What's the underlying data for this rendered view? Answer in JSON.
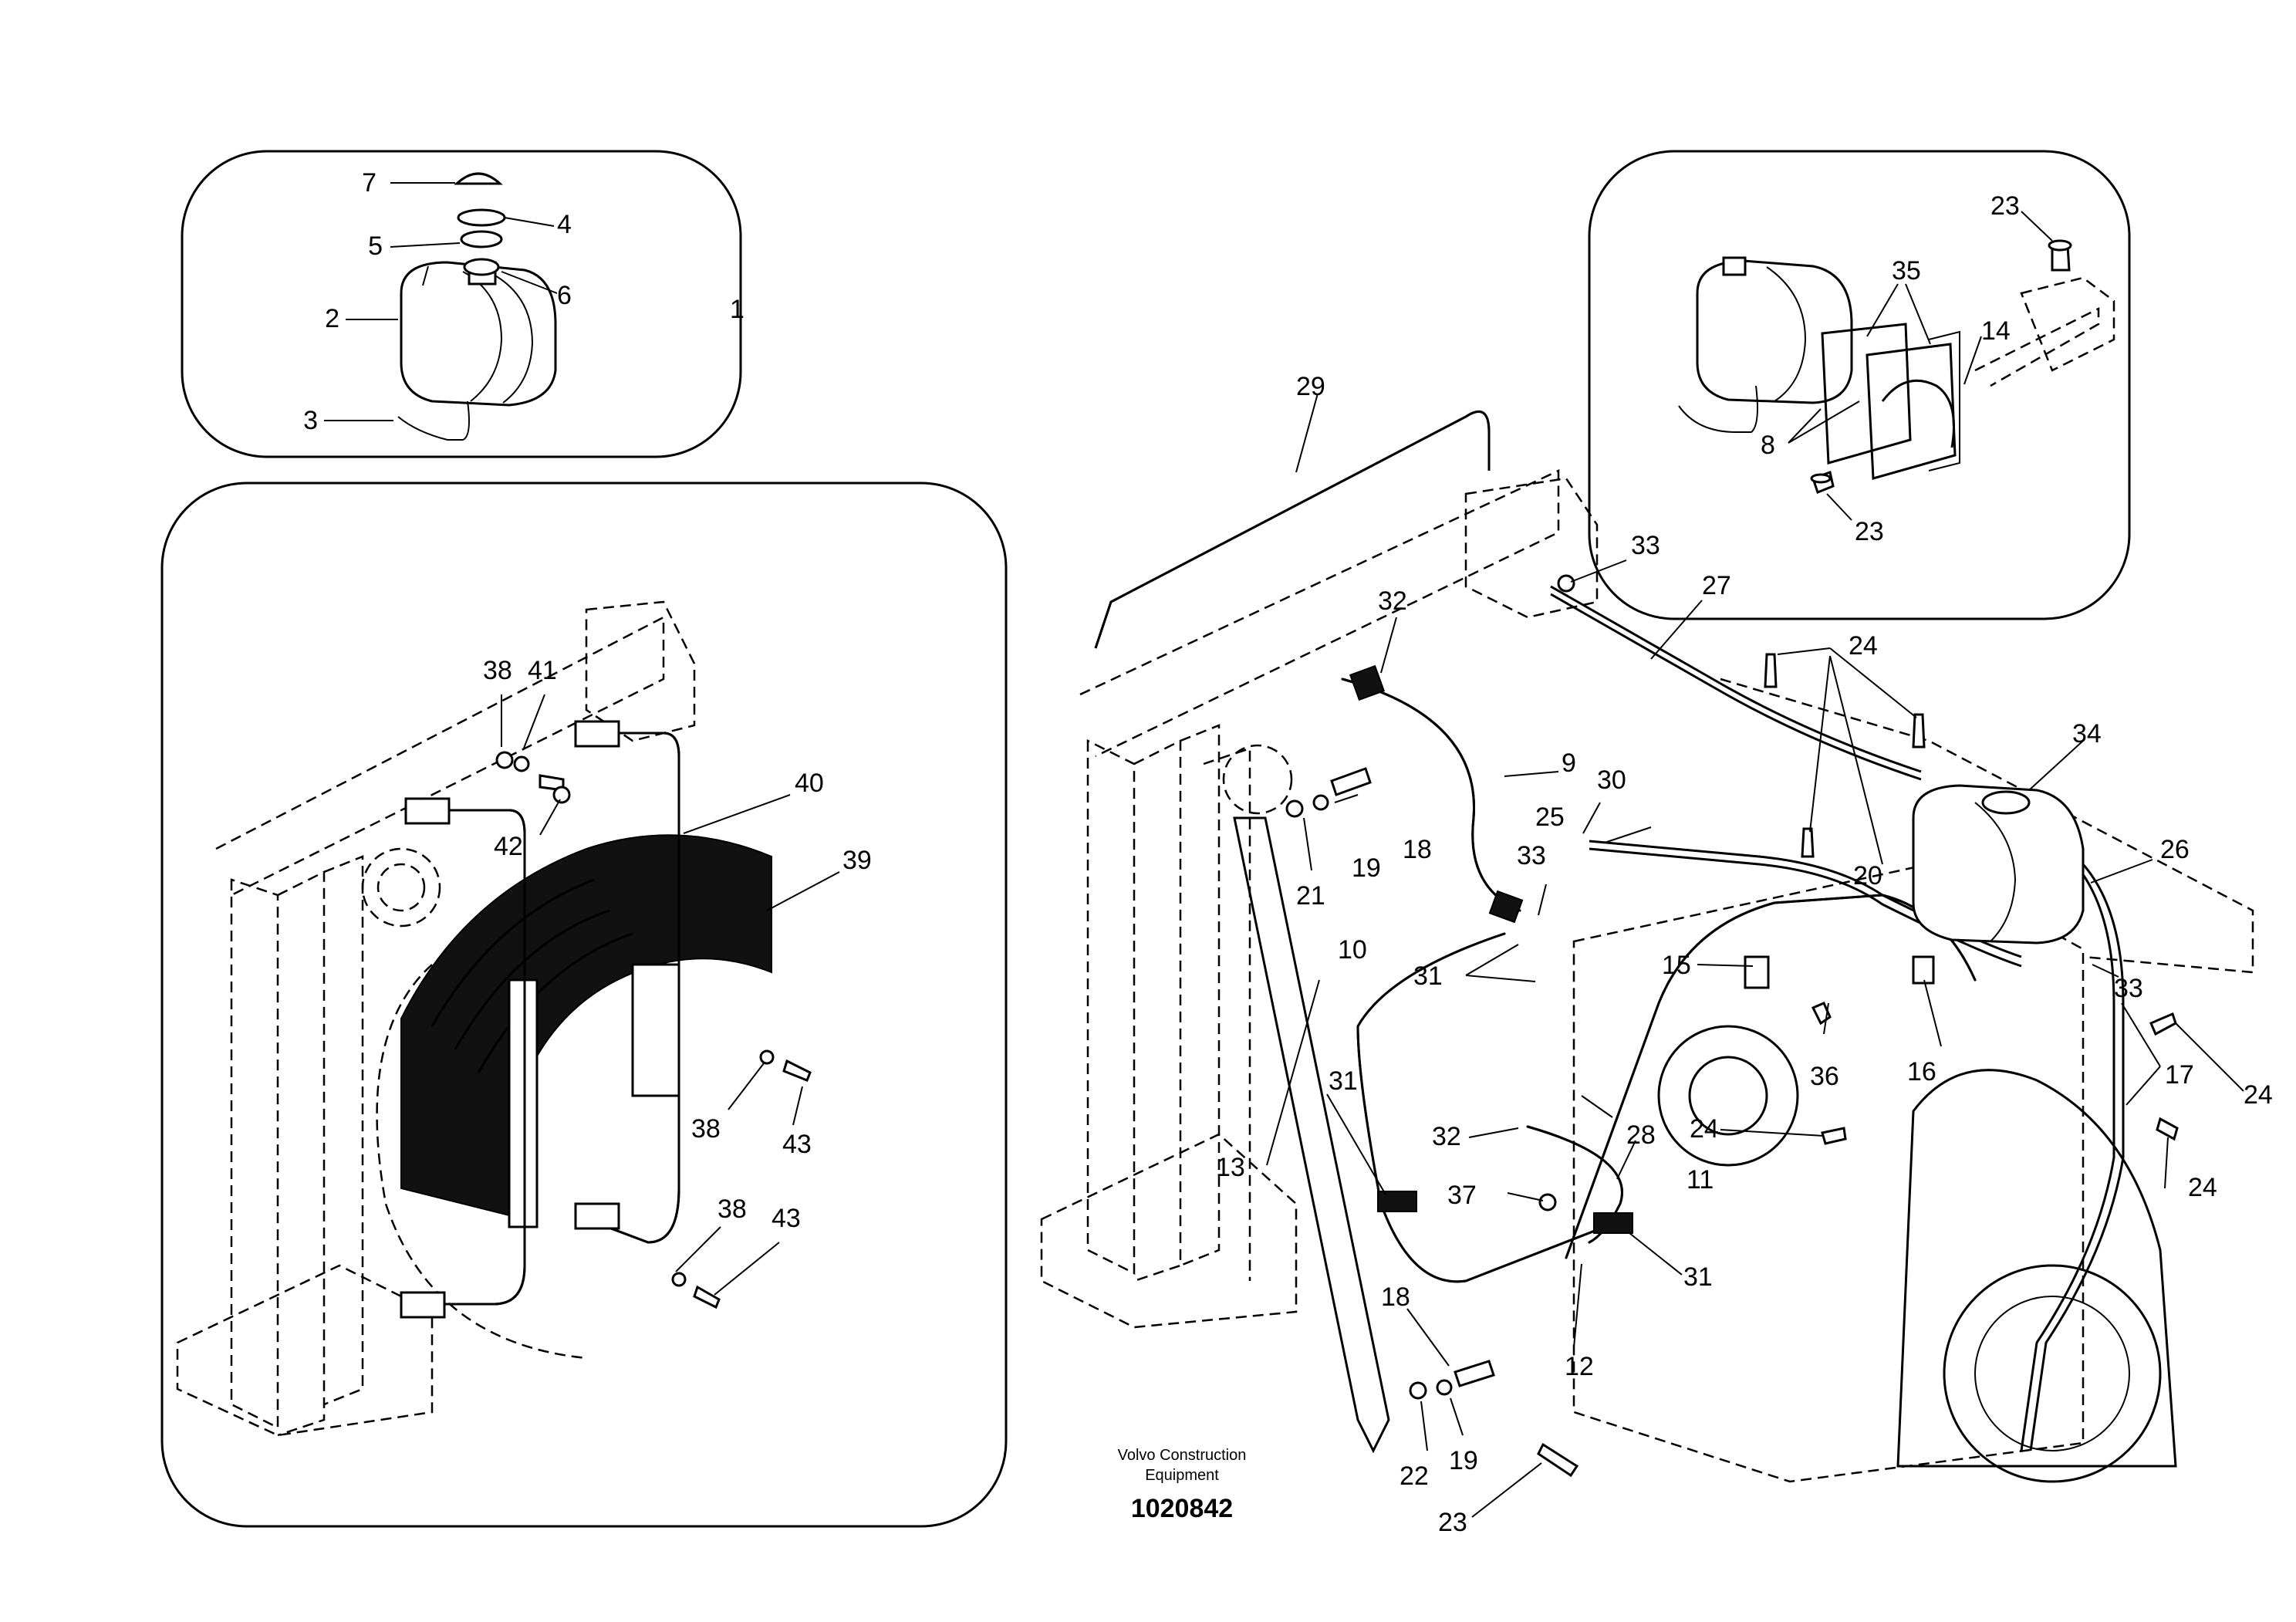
{
  "footer": {
    "company_line1": "Volvo Construction",
    "company_line2": "Equipment",
    "drawing_number": "1020842"
  },
  "callouts": {
    "top_left": [
      "7",
      "4",
      "5",
      "6",
      "2",
      "1",
      "3"
    ],
    "left_detail": [
      "38",
      "41",
      "40",
      "39",
      "42",
      "38",
      "43",
      "38",
      "43"
    ],
    "top_right": [
      "23",
      "35",
      "14",
      "8",
      "23"
    ],
    "main": [
      "29",
      "33",
      "27",
      "32",
      "24",
      "9",
      "18",
      "30",
      "34",
      "25",
      "19",
      "21",
      "33",
      "26",
      "20",
      "10",
      "31",
      "15",
      "33",
      "36",
      "16",
      "17",
      "24",
      "31",
      "32",
      "28",
      "24",
      "11",
      "24",
      "13",
      "37",
      "31",
      "18",
      "12",
      "19",
      "22",
      "23"
    ]
  }
}
